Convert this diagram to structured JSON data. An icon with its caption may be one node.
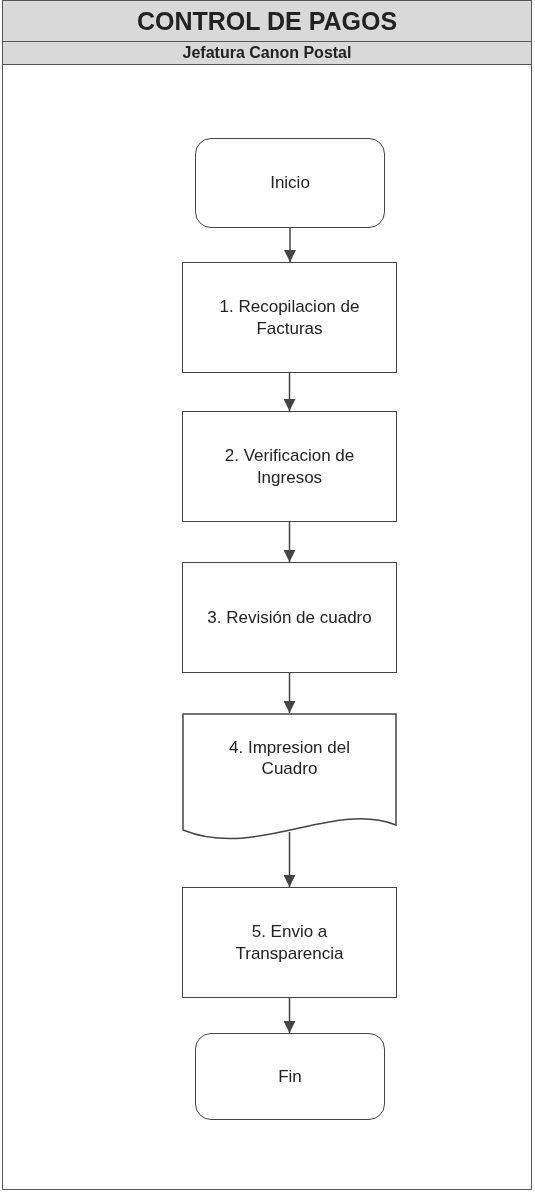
{
  "diagram": {
    "title": "CONTROL DE PAGOS",
    "labels": [
      "Jefatura Canon Postal"
    ],
    "nodes": [
      {
        "text": [
          "Inicio"
        ]
      },
      {
        "text": [
          "1. Recopilacion de Facturas"
        ]
      },
      {
        "text": [
          "2. Verificacion de Ingresos"
        ]
      },
      {
        "text": [
          "3. Revisión de cuadro"
        ]
      },
      {
        "text": [
          "4. Impresion del Cuadro"
        ]
      },
      {
        "text": [
          "5. Envio a Transparencia"
        ]
      },
      {
        "text": [
          "Fin"
        ]
      }
    ],
    "edges": [
      {
        "from": 0,
        "to": 1,
        "arrow": "to"
      },
      {
        "from": 1,
        "to": 2,
        "arrow": "to"
      },
      {
        "from": 2,
        "to": 3,
        "arrow": "to"
      },
      {
        "from": 3,
        "to": 4,
        "arrow": "to"
      },
      {
        "from": 4,
        "to": 5,
        "arrow": "to"
      },
      {
        "from": 5,
        "to": 6,
        "arrow": "to"
      }
    ]
  }
}
